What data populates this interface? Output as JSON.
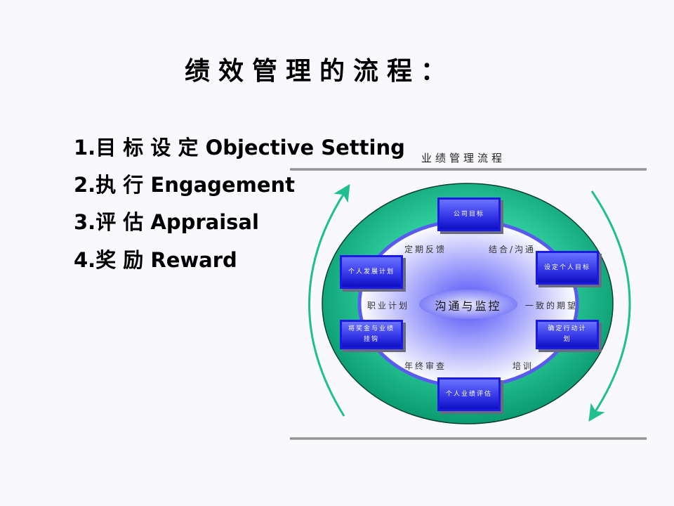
{
  "title": "绩效管理的流程：",
  "steps": [
    "1.目 标 设 定 Objective Setting",
    "2.执 行 Engagement",
    "3.评 估 Appraisal",
    "4.奖  励 Reward"
  ],
  "diagram": {
    "title": "业绩管理流程",
    "center": "沟通与监控",
    "boxes": {
      "company_goal": "公司目标",
      "set_personal_goal": "设定个人目标",
      "action_plan": "确定行动计划",
      "performance_review": "个人业绩评估",
      "bonus_link": "将奖金与业绩挂钩",
      "development_plan": "个人发展计划"
    },
    "labels": {
      "feedback": "定期反馈",
      "communication": "结合/沟通",
      "career": "职业计划",
      "expectation": "一致的期望",
      "annual_review": "年终审查",
      "training": "培训"
    },
    "colors": {
      "outer": "#1fbf8f",
      "box": "#2a2ae0",
      "ring": "#5a5af0"
    }
  }
}
